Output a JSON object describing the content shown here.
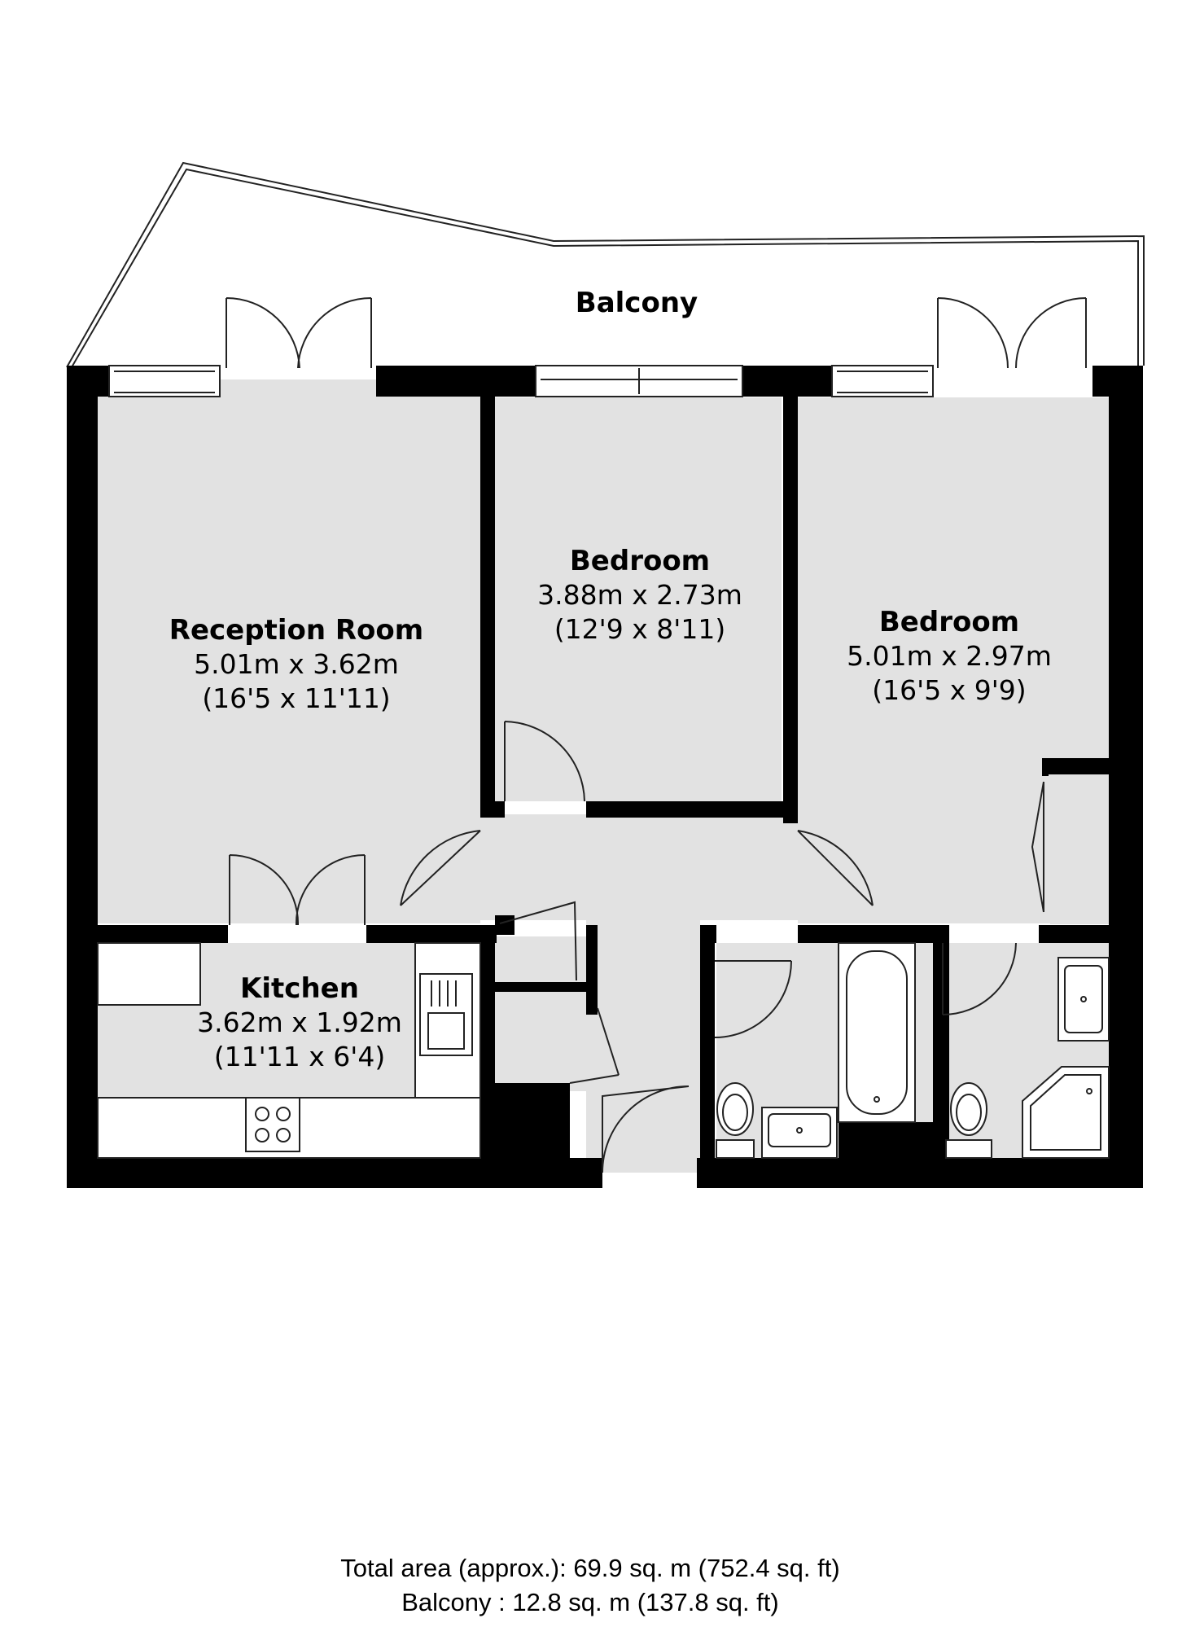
{
  "balcony": {
    "label": "Balcony"
  },
  "rooms": [
    {
      "key": "reception",
      "name": "Reception Room",
      "dim_m": "5.01m x 3.62m",
      "dim_ft": "(16'5 x 11'11)"
    },
    {
      "key": "bedroom1",
      "name": "Bedroom",
      "dim_m": "3.88m x 2.73m",
      "dim_ft": "(12'9 x 8'11)"
    },
    {
      "key": "bedroom2",
      "name": "Bedroom",
      "dim_m": "5.01m x 2.97m",
      "dim_ft": "(16'5 x 9'9)"
    },
    {
      "key": "kitchen",
      "name": "Kitchen",
      "dim_m": "3.62m x 1.92m",
      "dim_ft": "(11'11 x 6'4)"
    }
  ],
  "footer": {
    "total_area": "Total area (approx.): 69.9 sq. m (752.4 sq. ft)",
    "balcony_area": "Balcony : 12.8 sq. m (137.8 sq. ft)"
  }
}
